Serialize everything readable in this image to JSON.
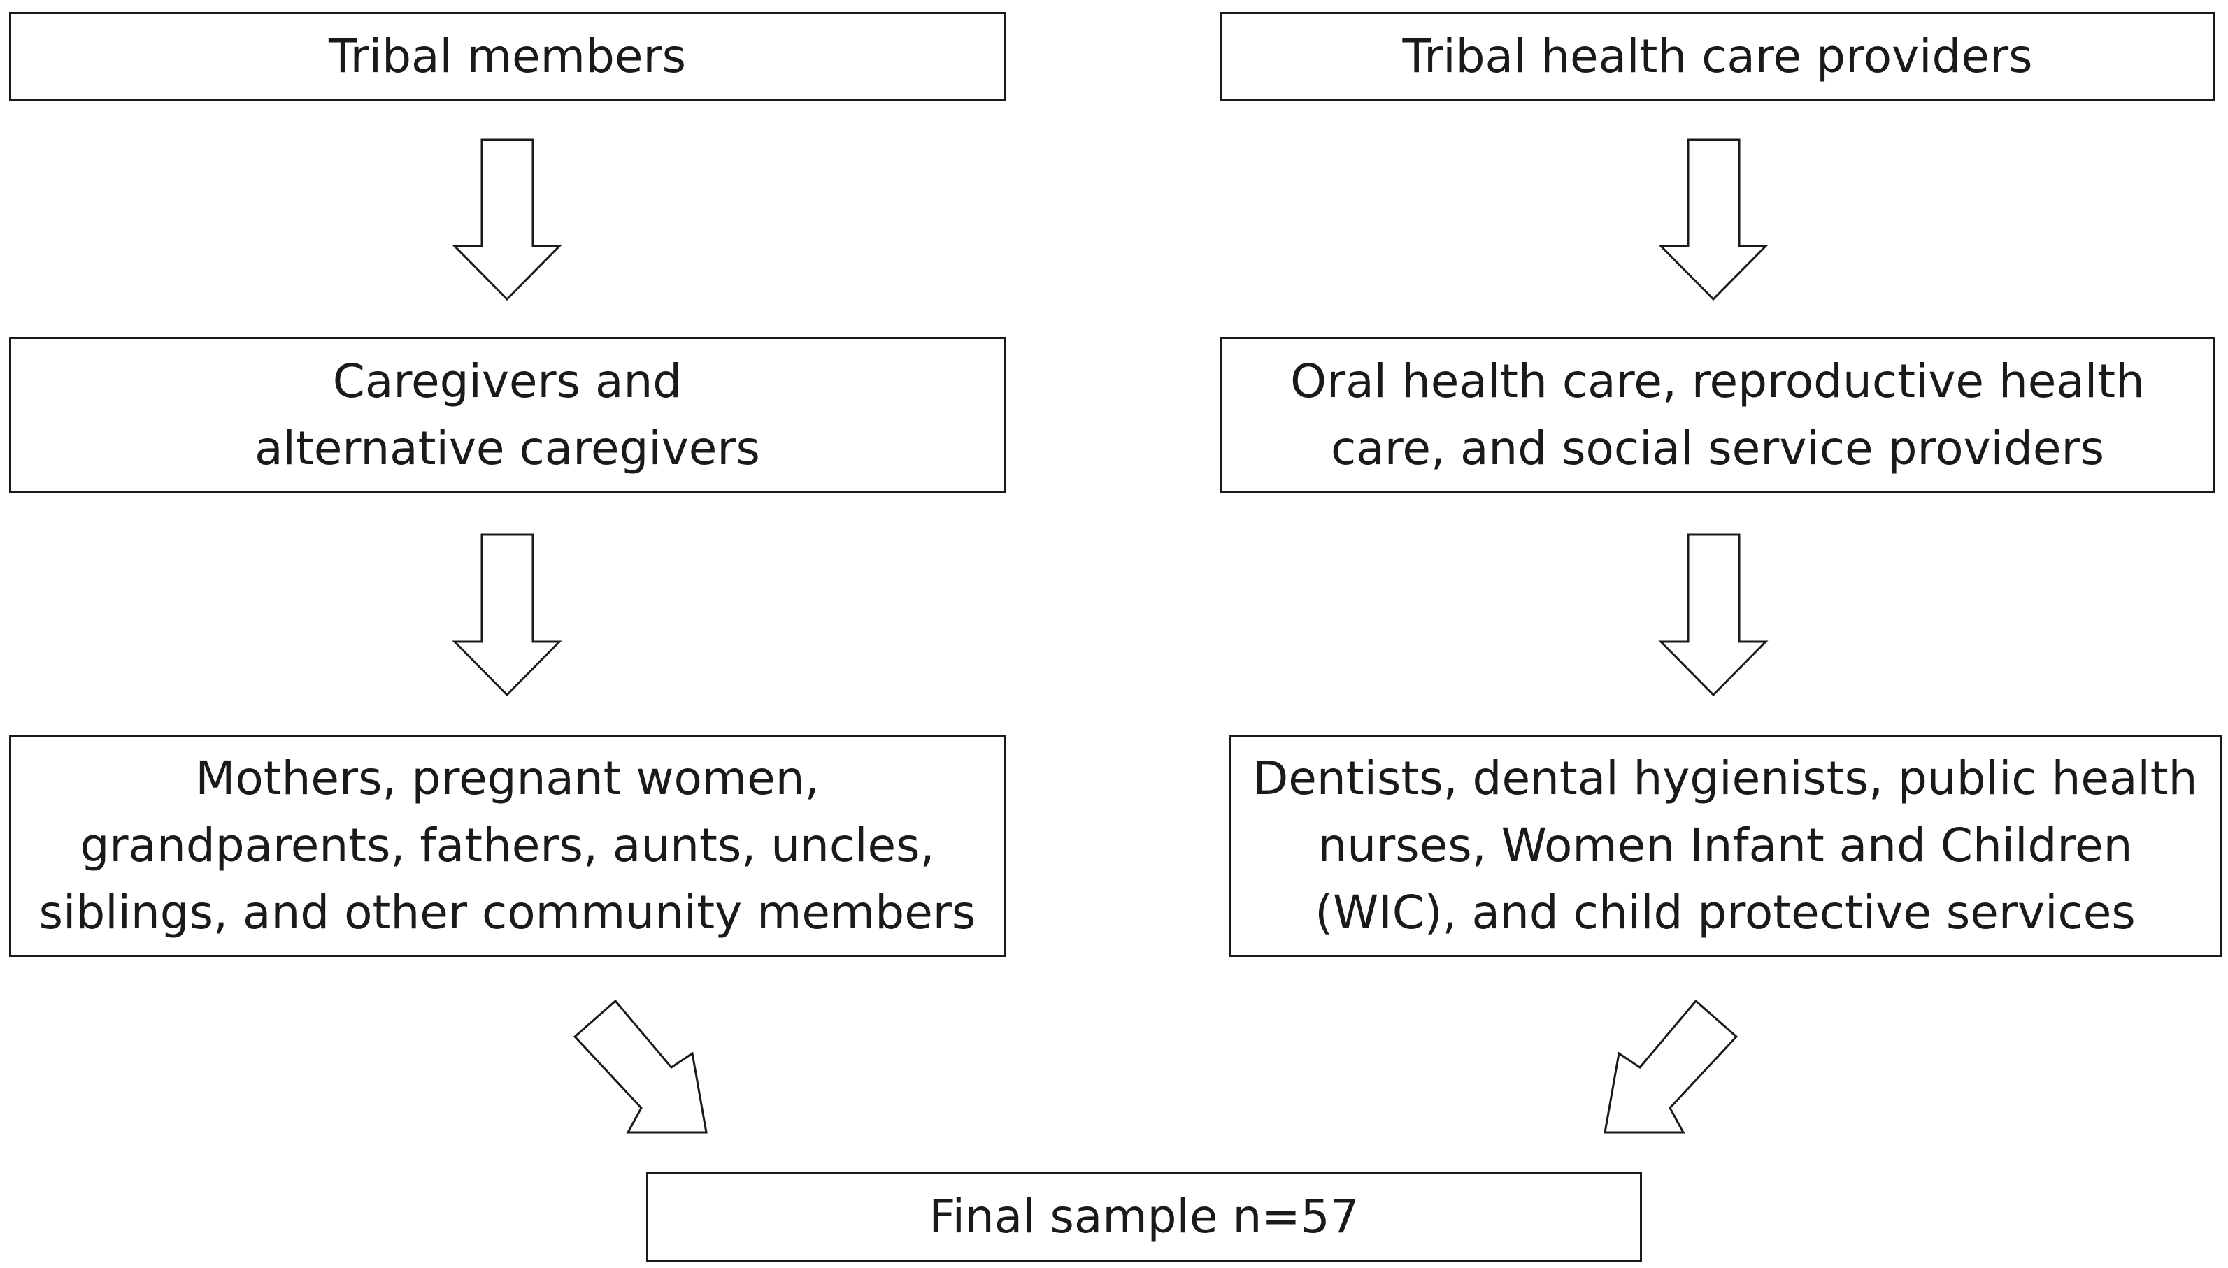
{
  "diagram": {
    "left_column": {
      "box1": {
        "lines": [
          "Tribal members"
        ]
      },
      "box2": {
        "lines": [
          "Caregivers and",
          "alternative caregivers"
        ]
      },
      "box3": {
        "lines": [
          "Mothers, pregnant women,",
          "grandparents, fathers, aunts, uncles,",
          "siblings, and other community members"
        ]
      }
    },
    "right_column": {
      "box1": {
        "lines": [
          "Tribal health care providers"
        ]
      },
      "box2": {
        "lines": [
          "Oral health care, reproductive health",
          "care, and social service providers"
        ]
      },
      "box3": {
        "lines": [
          "Dentists, dental hygienists, public health",
          "nurses, Women Infant and Children",
          "(WIC), and child protective services"
        ]
      }
    },
    "final": {
      "lines": [
        "Final sample n=57"
      ]
    }
  }
}
